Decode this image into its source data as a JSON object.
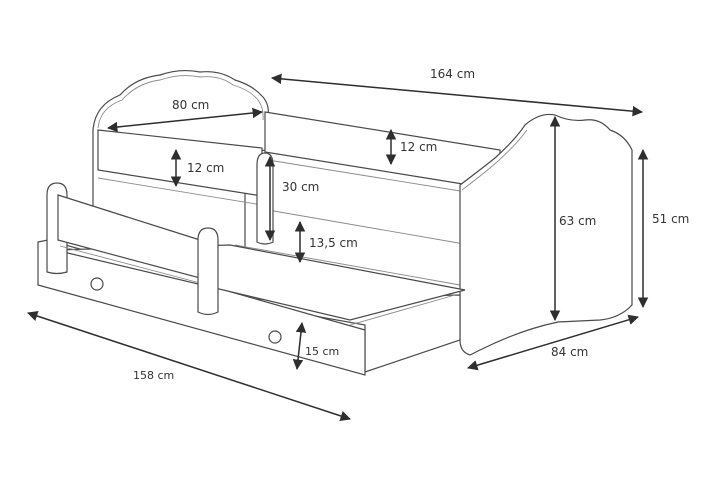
{
  "diagram": {
    "subject": "Children's bed with guard rail and drawer",
    "dimensions": {
      "total_length": "164 cm",
      "headboard_width": "80 cm",
      "back_panel_height_left": "12 cm",
      "back_panel_height_right": "12 cm",
      "guard_rail_height": "30 cm",
      "side_board_height": "13,5 cm",
      "footboard_height": "63 cm",
      "bed_height": "51 cm",
      "depth": "84 cm",
      "drawer_front_height": "15 cm",
      "drawer_length": "158 cm"
    },
    "colors": {
      "line": "#4a4a4a",
      "arrow": "#2e2e2e",
      "background": "#ffffff"
    }
  }
}
